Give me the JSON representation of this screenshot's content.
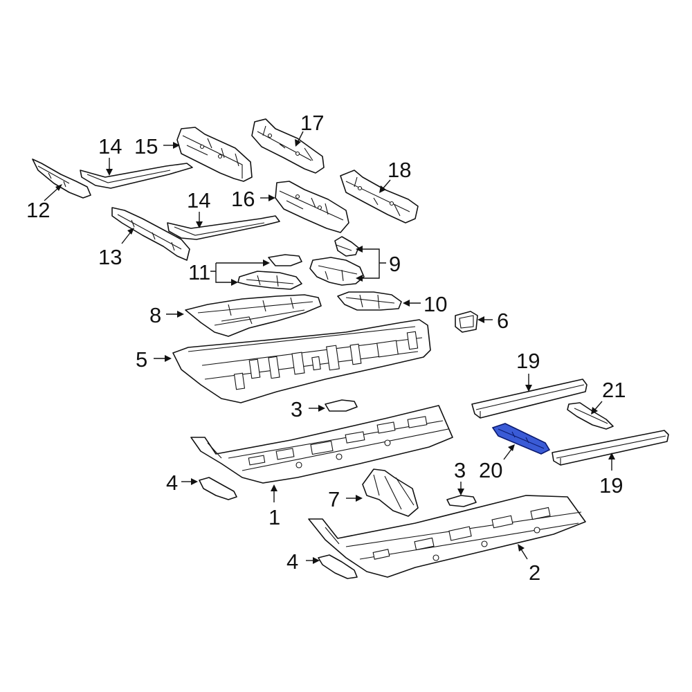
{
  "diagram": {
    "callouts": {
      "c1": "1",
      "c2": "2",
      "c3a": "3",
      "c3b": "3",
      "c4a": "4",
      "c4b": "4",
      "c5": "5",
      "c6": "6",
      "c7": "7",
      "c8": "8",
      "c9": "9",
      "c10": "10",
      "c11": "11",
      "c12": "12",
      "c13": "13",
      "c14a": "14",
      "c14b": "14",
      "c15": "15",
      "c16": "16",
      "c17": "17",
      "c18": "18",
      "c19a": "19",
      "c19b": "19",
      "c20": "20",
      "c21": "21"
    },
    "highlight_part": "20",
    "colors": {
      "highlight": "#3a5bd6",
      "line": "#111111",
      "background": "#ffffff"
    }
  }
}
